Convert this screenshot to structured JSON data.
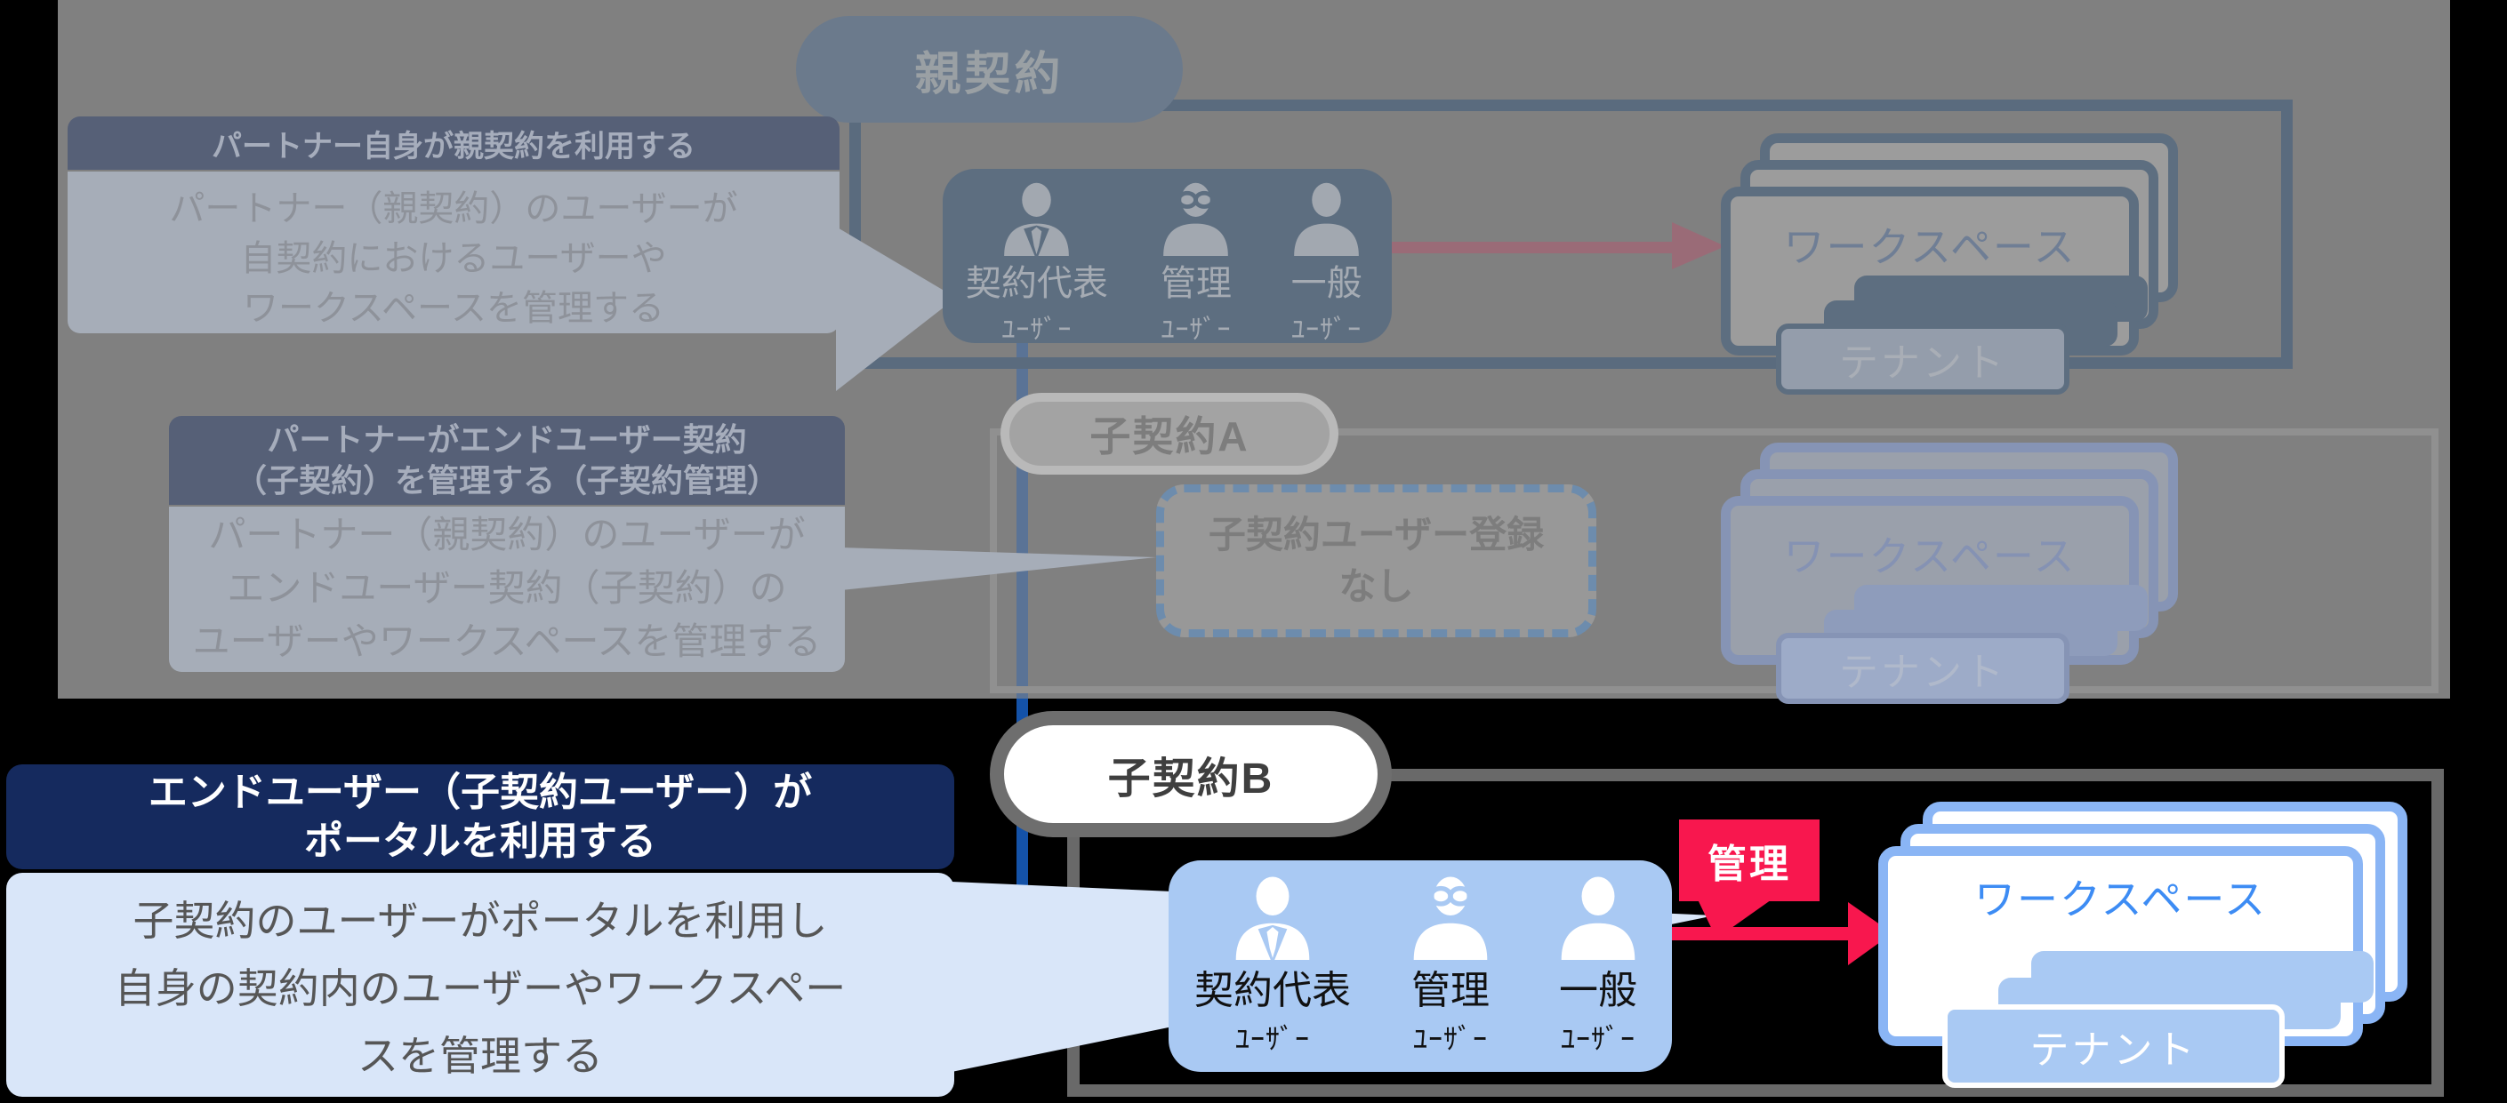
{
  "colors": {
    "accent_red": "#F8174E",
    "dimmed_red": "#9a6b77",
    "connector_blue": "#1452A8",
    "navy_header": "#152A5E",
    "light_blue_box": "#A9C9F3",
    "description_blue": "#D9E6F9",
    "workspace_border": "#8AB5F5",
    "workspace_title": "#3D8CF4",
    "dim_steel": "#5D6E80",
    "dim_background": "#808080"
  },
  "parent": {
    "bubble": "親契約"
  },
  "child_a": {
    "bubble": "子契約A",
    "no_registration_line1": "子契約ユーザー登録",
    "no_registration_line2": "なし"
  },
  "child_b": {
    "bubble": "子契約B"
  },
  "callout1": {
    "title": "パートナー自身が親契約を利用する",
    "body_line1": "パートナー（親契約）のユーザーが",
    "body_line2": "自契約におけるユーザーや",
    "body_line3": "ワークスペースを管理する"
  },
  "callout2": {
    "title_line1": "パートナーがエンドユーザー契約",
    "title_line2": "（子契約）を管理する（子契約管理）",
    "body_line1": "パートナー（親契約）のユーザーが",
    "body_line2": "エンドユーザー契約（子契約）の",
    "body_line3": "ユーザーやワークスペースを管理する"
  },
  "callout3": {
    "title_line1": "エンドユーザー（子契約ユーザー）が",
    "title_line2": "ポータルを利用する",
    "body_line1": "子契約のユーザーがポータルを利用し",
    "body_line2": "自身の契約内のユーザーやワークスペー",
    "body_line3": "スを管理する"
  },
  "users": [
    {
      "role": "契約代表",
      "suffix": "ﾕｰｻﾞｰ"
    },
    {
      "role": "管理",
      "suffix": "ﾕｰｻﾞｰ"
    },
    {
      "role": "一般",
      "suffix": "ﾕｰｻﾞｰ"
    }
  ],
  "workspace": {
    "title": "ワークスペース",
    "tenant": "テナント"
  },
  "manage_label": "管理"
}
